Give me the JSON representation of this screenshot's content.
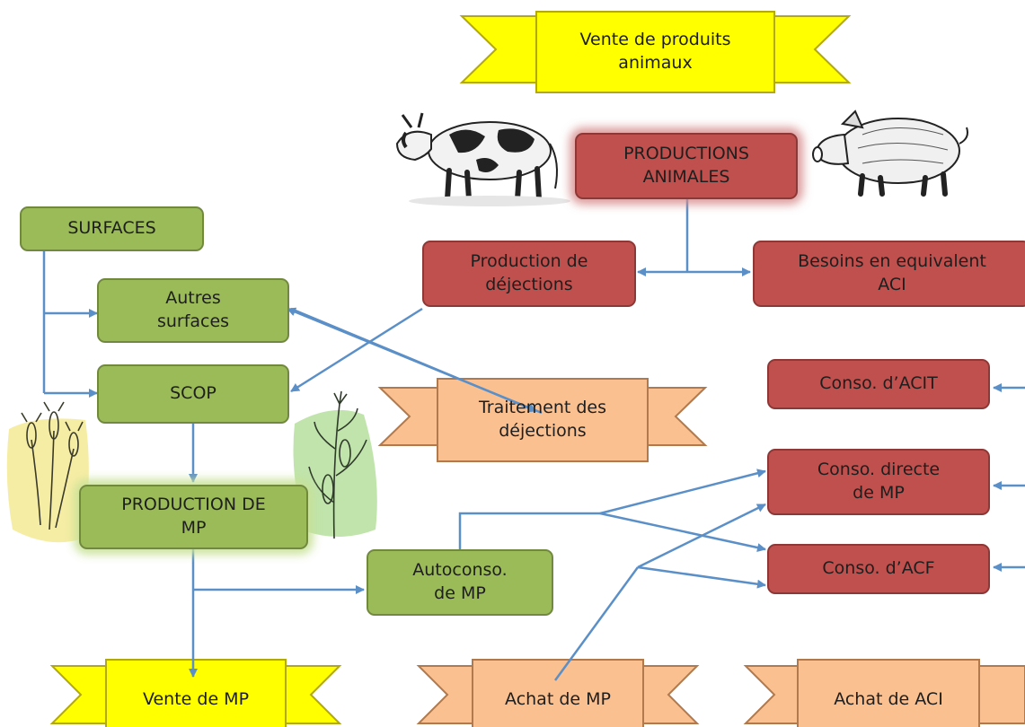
{
  "colors": {
    "green_fill": "#9bbb59",
    "red_fill": "#c0504d",
    "banner_yellow": "#ffff00",
    "banner_peach": "#fac090",
    "arrow": "#5b8fc7"
  },
  "nodes": {
    "surfaces": "SURFACES",
    "autres_surfaces": "Autres\nsurfaces",
    "scop": "SCOP",
    "production_mp": "PRODUCTION DE\nMP",
    "autoconso_mp": "Autoconso.\nde MP",
    "productions_animales": "PRODUCTIONS\nANIMALES",
    "production_dejections": "Production de\ndéjections",
    "besoins_aci": "Besoins en equivalent\nACI",
    "conso_acit": "Conso. d’ACIT",
    "conso_directe_mp": "Conso. directe\nde MP",
    "conso_acf": "Conso. d’ACF"
  },
  "banners": {
    "vente_produits_animaux": "Vente de produits\nanimaux",
    "traitement_dejections": "Traitement des\ndéjections",
    "vente_mp": "Vente de MP",
    "achat_mp": "Achat de MP",
    "achat_aci": "Achat de ACI"
  },
  "illustrations": {
    "cow": "cow-illustration",
    "pig": "pig-illustration",
    "wheat": "wheat-illustration",
    "corn": "corn-illustration"
  }
}
